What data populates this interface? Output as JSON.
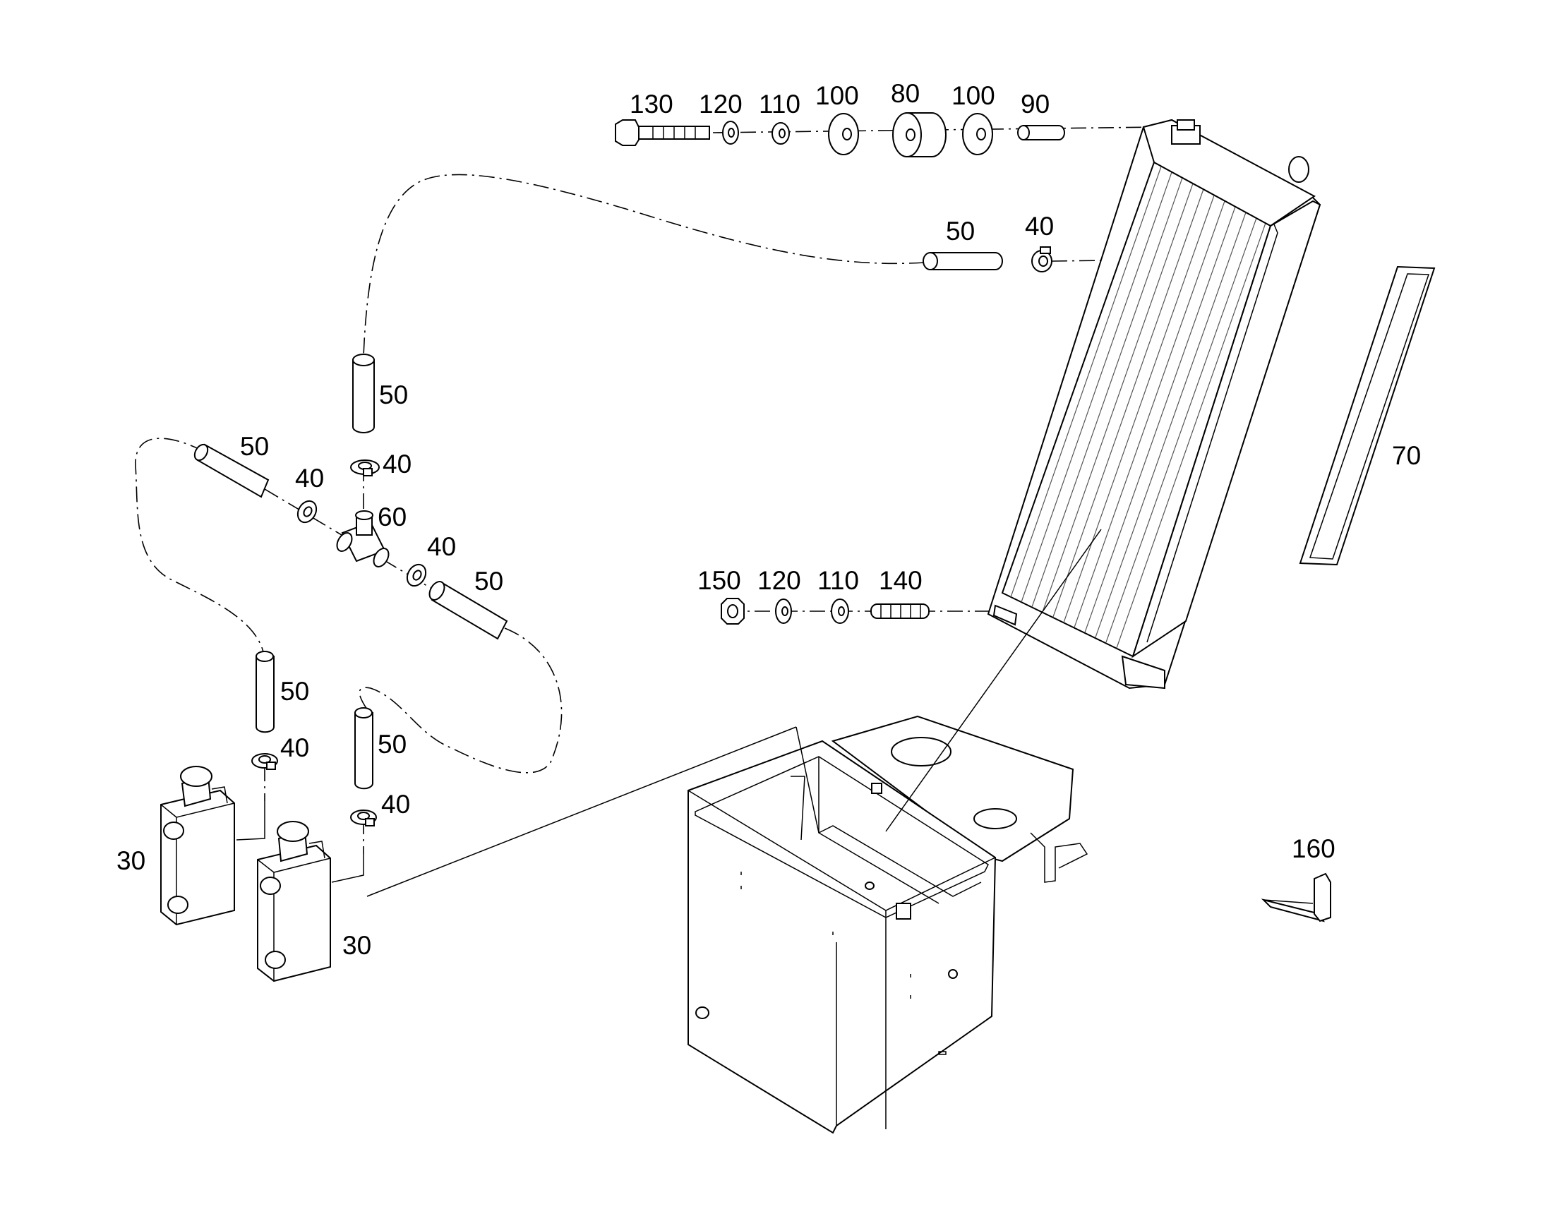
{
  "callouts": [
    {
      "id": "c130a",
      "text": "130"
    },
    {
      "id": "c120a",
      "text": "120"
    },
    {
      "id": "c110a",
      "text": "110"
    },
    {
      "id": "c100a",
      "text": "100"
    },
    {
      "id": "c80",
      "text": "80"
    },
    {
      "id": "c100b",
      "text": "100"
    },
    {
      "id": "c90",
      "text": "90"
    },
    {
      "id": "c50a",
      "text": "50"
    },
    {
      "id": "c40a",
      "text": "40"
    },
    {
      "id": "c50b",
      "text": "50"
    },
    {
      "id": "c40b",
      "text": "40"
    },
    {
      "id": "c50c",
      "text": "50"
    },
    {
      "id": "c40c",
      "text": "40"
    },
    {
      "id": "c60",
      "text": "60"
    },
    {
      "id": "c40d",
      "text": "40"
    },
    {
      "id": "c50d",
      "text": "50"
    },
    {
      "id": "c50e",
      "text": "50"
    },
    {
      "id": "c40e",
      "text": "40"
    },
    {
      "id": "c50f",
      "text": "50"
    },
    {
      "id": "c40f",
      "text": "40"
    },
    {
      "id": "c30a",
      "text": "30"
    },
    {
      "id": "c30b",
      "text": "30"
    },
    {
      "id": "c150",
      "text": "150"
    },
    {
      "id": "c120b",
      "text": "120"
    },
    {
      "id": "c110b",
      "text": "110"
    },
    {
      "id": "c140",
      "text": "140"
    },
    {
      "id": "c70",
      "text": "70"
    },
    {
      "id": "c160",
      "text": "160"
    }
  ]
}
